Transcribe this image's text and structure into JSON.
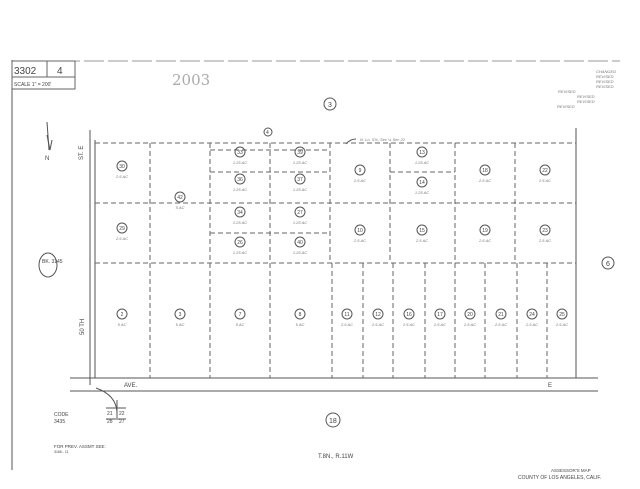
{
  "header": {
    "map_book": "3302",
    "map_page": "4",
    "scale": "SCALE 1\" = 200'",
    "year": "2003",
    "revision_notes": [
      "CHANGED",
      "REVISED",
      "REVISED",
      "REVISED",
      "REVISED",
      "REVISED",
      "REVISED",
      "REVISED"
    ]
  },
  "map": {
    "north_label": "N",
    "street_west": "ST. E",
    "street_west_lower": "50 TH",
    "avenue": "AVE.",
    "avenue_east": "E",
    "adjacent_book": "BK. 3145",
    "adjacent_north": "3",
    "adjacent_east": "6",
    "adjacent_south": "18",
    "top_parcel": "4",
    "section_note": "N. Ln. S½, Sec ¼ Sec 22",
    "code_label": "CODE",
    "code_value": "3435",
    "section_corners": [
      "21",
      "22",
      "28",
      "27"
    ],
    "parcels_upper": [
      {
        "num": "30",
        "acres": "2.5 AC"
      },
      {
        "num": "42",
        "acres": "5 AC"
      },
      {
        "num": "33",
        "acres": "1.25 AC"
      },
      {
        "num": "39",
        "acres": "1.25 AC"
      },
      {
        "num": "9",
        "acres": "2.5 AC"
      },
      {
        "num": "13",
        "acres": "1.25 AC"
      },
      {
        "num": "18",
        "acres": "2.5 AC"
      },
      {
        "num": "22",
        "acres": "2.5 AC"
      },
      {
        "num": "36",
        "acres": "1.25 AC"
      },
      {
        "num": "37",
        "acres": "1.25 AC"
      },
      {
        "num": "14",
        "acres": "1.25 AC"
      },
      {
        "num": "29",
        "acres": "2.5 AC"
      },
      {
        "num": "34",
        "acres": "1.25 AC"
      },
      {
        "num": "27",
        "acres": "1.25 AC"
      },
      {
        "num": "26",
        "acres": "1.25 AC"
      },
      {
        "num": "40",
        "acres": "1.25 AC"
      },
      {
        "num": "10",
        "acres": "2.5 AC"
      },
      {
        "num": "15",
        "acres": "2.5 AC"
      },
      {
        "num": "19",
        "acres": "2.5 AC"
      },
      {
        "num": "23",
        "acres": "2.5 AC"
      }
    ],
    "parcels_lower": [
      {
        "num": "2",
        "acres": "5 AC"
      },
      {
        "num": "3",
        "acres": "5 AC"
      },
      {
        "num": "7",
        "acres": "5 AC"
      },
      {
        "num": "8",
        "acres": "5 AC"
      },
      {
        "num": "11",
        "acres": "2.5 AC"
      },
      {
        "num": "12",
        "acres": "2.5 AC"
      },
      {
        "num": "16",
        "acres": "2.5 AC"
      },
      {
        "num": "17",
        "acres": "2.5 AC"
      },
      {
        "num": "20",
        "acres": "2.5 AC"
      },
      {
        "num": "21",
        "acres": "2.5 AC"
      },
      {
        "num": "24",
        "acres": "2.5 AC"
      },
      {
        "num": "25",
        "acres": "2.5 AC"
      }
    ]
  },
  "footer": {
    "prev_assmt": "FOR PREV. ASSMT SEE:",
    "prev_ref": "3166 - 11",
    "township": "T.8N., R.11W",
    "title_line1": "ASSESSOR'S MAP",
    "title_line2": "COUNTY OF LOS ANGELES, CALIF."
  }
}
